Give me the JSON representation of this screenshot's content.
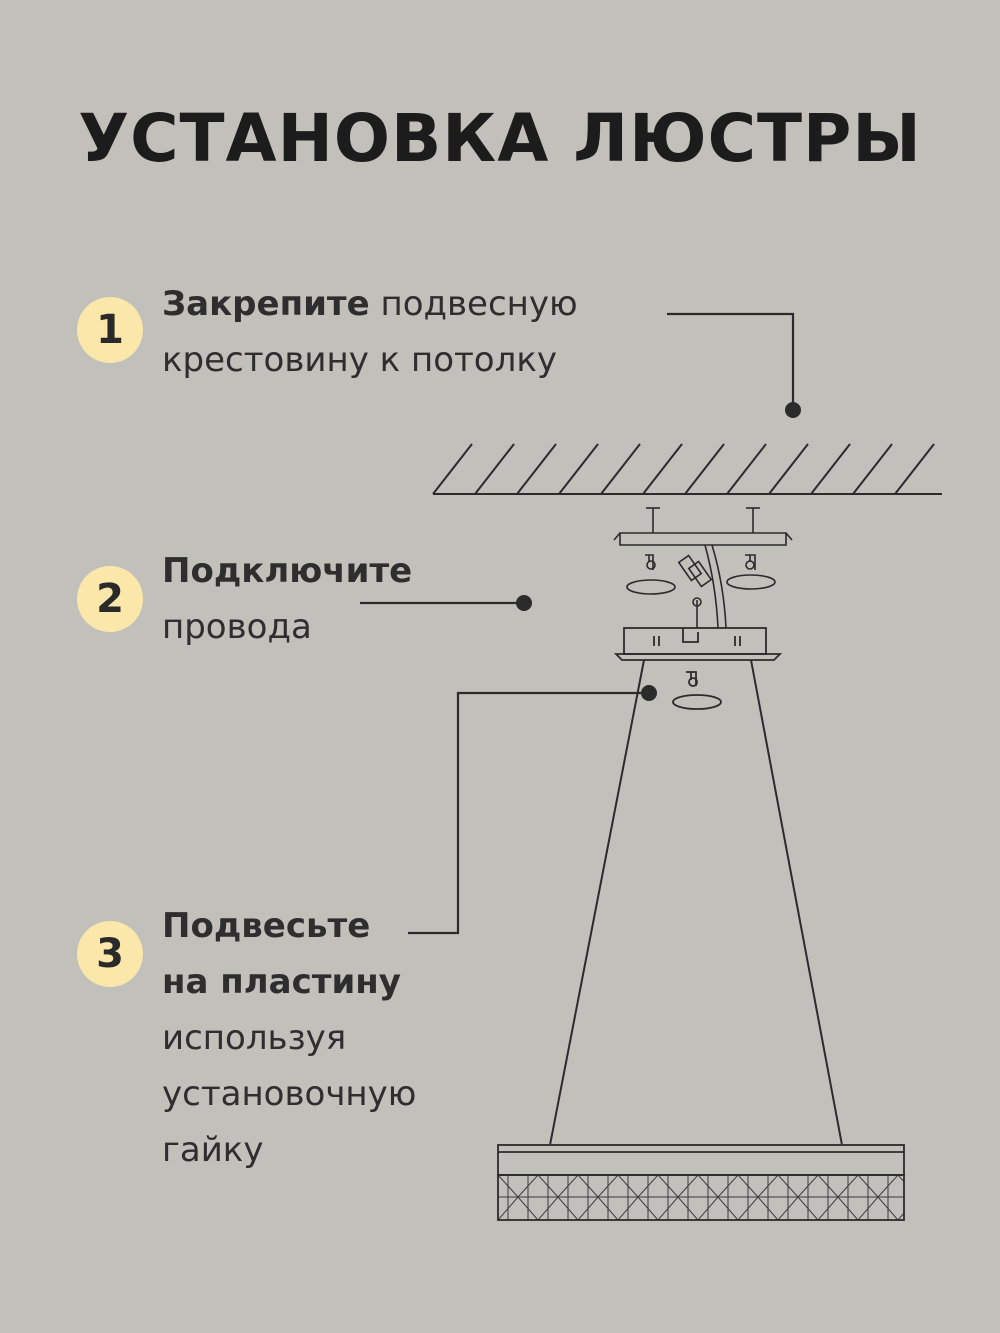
{
  "title": "УСТАНОВКА ЛЮСТРЫ",
  "colors": {
    "background": "#c2c0bb",
    "badge": "#fbe7a9",
    "line": "#2b2b2b"
  },
  "steps": [
    {
      "number": "1",
      "bold": "Закрепите",
      "rest": " подвесную",
      "line2": "крестовину к потолку"
    },
    {
      "number": "2",
      "bold": "Подключите",
      "line2": "провода"
    },
    {
      "number": "3",
      "bold": "Подвесьте",
      "bold2": "на пластину",
      "line3": "используя",
      "line4": "установочную",
      "line5": "гайку"
    }
  ]
}
